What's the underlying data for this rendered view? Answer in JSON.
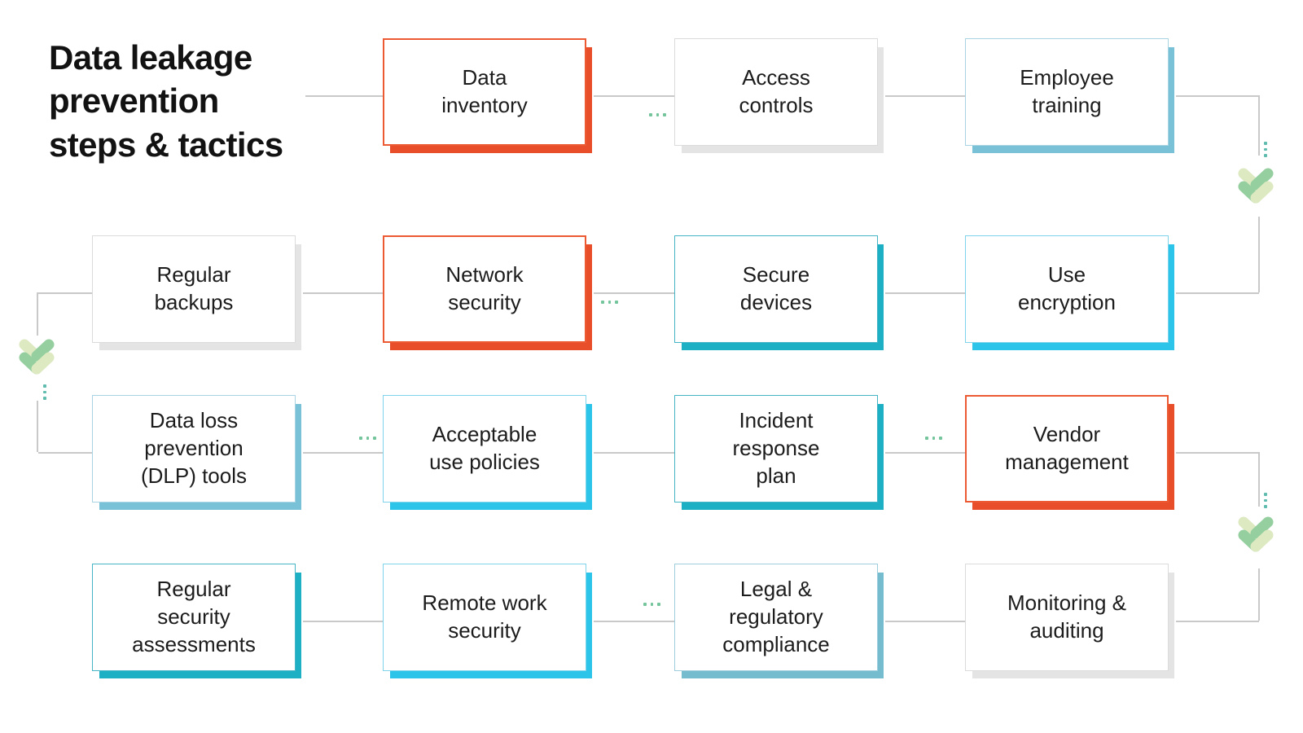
{
  "title": {
    "text": "Data leakage\nprevention\nsteps & tactics"
  },
  "palette": {
    "red": {
      "border": "#ec5a33",
      "shadow": "#e94e2b"
    },
    "gray": {
      "border": "#dbdbdb",
      "shadow": "#e4e4e4"
    },
    "softblue": {
      "border": "#a9d4e3",
      "shadow": "#79c1d6"
    },
    "teal": {
      "border": "#45b5c6",
      "shadow": "#1db0c4"
    },
    "cyan": {
      "border": "#7fd4ec",
      "shadow": "#2cc4e9"
    },
    "steel": {
      "border": "#9ecddd",
      "shadow": "#75bcce"
    }
  },
  "connector_color": "#c9c9c9",
  "icons": {
    "double_chevron": {
      "name": "double-chevron-down-icon",
      "pale": "#dde9c0",
      "green": "#95cf9f"
    },
    "ellipsis_h": {
      "name": "ellipsis-icon",
      "color": "#74c49c"
    },
    "ellipsis_v": {
      "name": "vertical-ellipsis-icon",
      "color": "#5fbcae"
    }
  },
  "nodes": [
    {
      "id": "data-inventory",
      "label": "Data\ninventory",
      "color": "red",
      "row": 0,
      "col": 1
    },
    {
      "id": "access-controls",
      "label": "Access\ncontrols",
      "color": "gray",
      "row": 0,
      "col": 2
    },
    {
      "id": "employee-training",
      "label": "Employee\ntraining",
      "color": "softblue",
      "row": 0,
      "col": 3
    },
    {
      "id": "regular-backups",
      "label": "Regular\nbackups",
      "color": "gray",
      "row": 1,
      "col": 0
    },
    {
      "id": "network-security",
      "label": "Network\nsecurity",
      "color": "red",
      "row": 1,
      "col": 1
    },
    {
      "id": "secure-devices",
      "label": "Secure\ndevices",
      "color": "teal",
      "row": 1,
      "col": 2
    },
    {
      "id": "use-encryption",
      "label": "Use\nencryption",
      "color": "cyan",
      "row": 1,
      "col": 3
    },
    {
      "id": "dlp-tools",
      "label": "Data loss\nprevention\n(DLP) tools",
      "color": "softblue",
      "row": 2,
      "col": 0
    },
    {
      "id": "acceptable-use-policies",
      "label": "Acceptable\nuse policies",
      "color": "cyan",
      "row": 2,
      "col": 1
    },
    {
      "id": "incident-response-plan",
      "label": "Incident\nresponse\nplan",
      "color": "teal",
      "row": 2,
      "col": 2
    },
    {
      "id": "vendor-management",
      "label": "Vendor\nmanagement",
      "color": "red",
      "row": 2,
      "col": 3
    },
    {
      "id": "regular-security-assessments",
      "label": "Regular\nsecurity\nassessments",
      "color": "teal",
      "row": 3,
      "col": 0
    },
    {
      "id": "remote-work-security",
      "label": "Remote work\nsecurity",
      "color": "cyan",
      "row": 3,
      "col": 1
    },
    {
      "id": "legal-regulatory-compliance",
      "label": "Legal &\nregulatory\ncompliance",
      "color": "steel",
      "row": 3,
      "col": 2
    },
    {
      "id": "monitoring-auditing",
      "label": "Monitoring &\nauditing",
      "color": "gray",
      "row": 3,
      "col": 3
    }
  ]
}
